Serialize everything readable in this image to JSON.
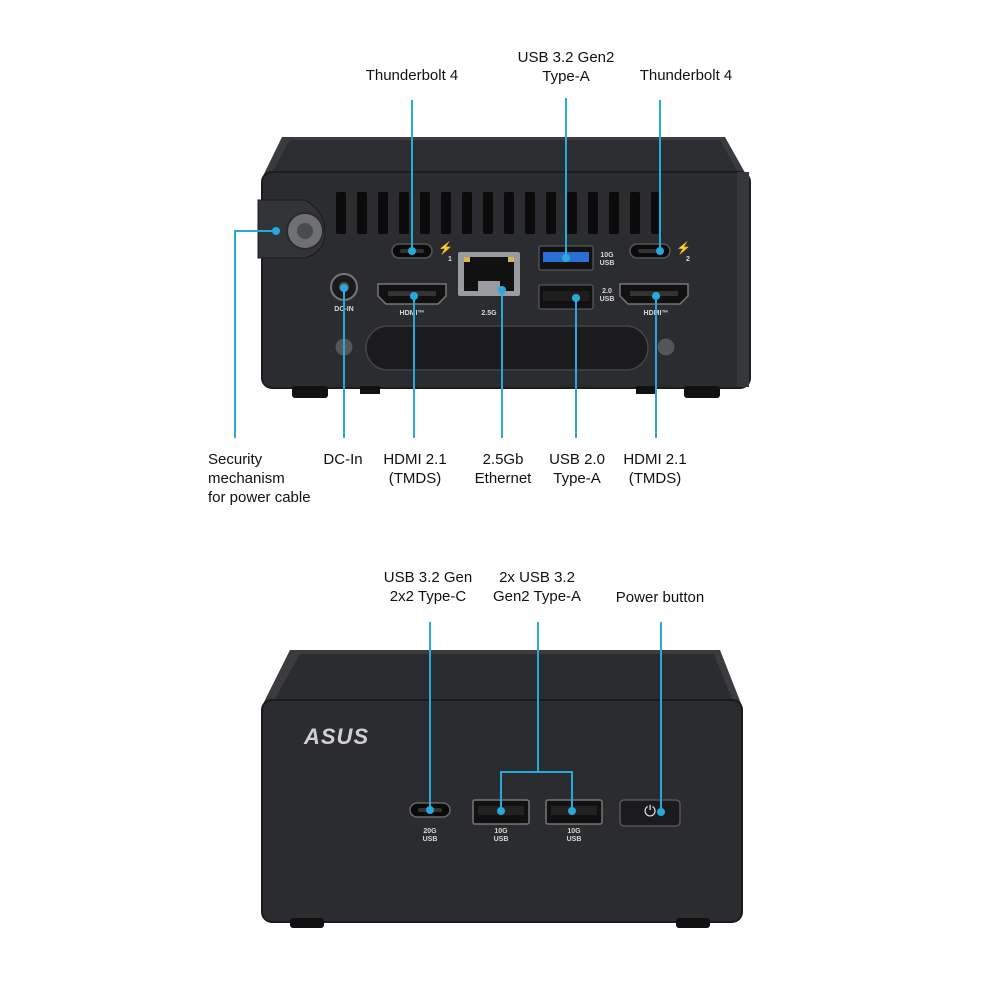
{
  "rear": {
    "callouts": {
      "tb4_left": "Thunderbolt  4",
      "usb32_line1": "USB 3.2 Gen2",
      "usb32_line2": "Type-A",
      "tb4_right": "Thunderbolt  4",
      "security_line1": "Security",
      "security_line2": "mechanism",
      "security_line3": "for power cable",
      "dcin": "DC-In",
      "hdmi_left_line1": "HDMI 2.1",
      "hdmi_left_line2": "(TMDS)",
      "ethernet_line1": "2.5Gb",
      "ethernet_line2": "Ethernet",
      "usb20_line1": "USB 2.0",
      "usb20_line2": "Type-A",
      "hdmi_right_line1": "HDMI 2.1",
      "hdmi_right_line2": "(TMDS)"
    },
    "port_text": {
      "dcin": "DC-IN",
      "hdmi": "HDMI™",
      "lan": "2.5G",
      "usb10g_a": "10G",
      "usb10g_b": "USB",
      "usb20_a": "2.0",
      "usb20_b": "USB",
      "tb1": "1",
      "tb2": "2"
    }
  },
  "front": {
    "callouts": {
      "usbc_line1": "USB 3.2 Gen",
      "usbc_line2": "2x2 Type-C",
      "usba_line1": "2x USB 3.2",
      "usba_line2": "Gen2 Type-A",
      "power": "Power button"
    },
    "brand": "ASUS",
    "port_text": {
      "usbc_a": "20G",
      "usbc_b": "USB",
      "usba1_a": "10G",
      "usba1_b": "USB",
      "usba2_a": "10G",
      "usba2_b": "USB"
    }
  },
  "colors": {
    "accent": "#29a8dc",
    "chassis": "#2a2b2d",
    "usb3_blue": "#2a6fd6"
  }
}
